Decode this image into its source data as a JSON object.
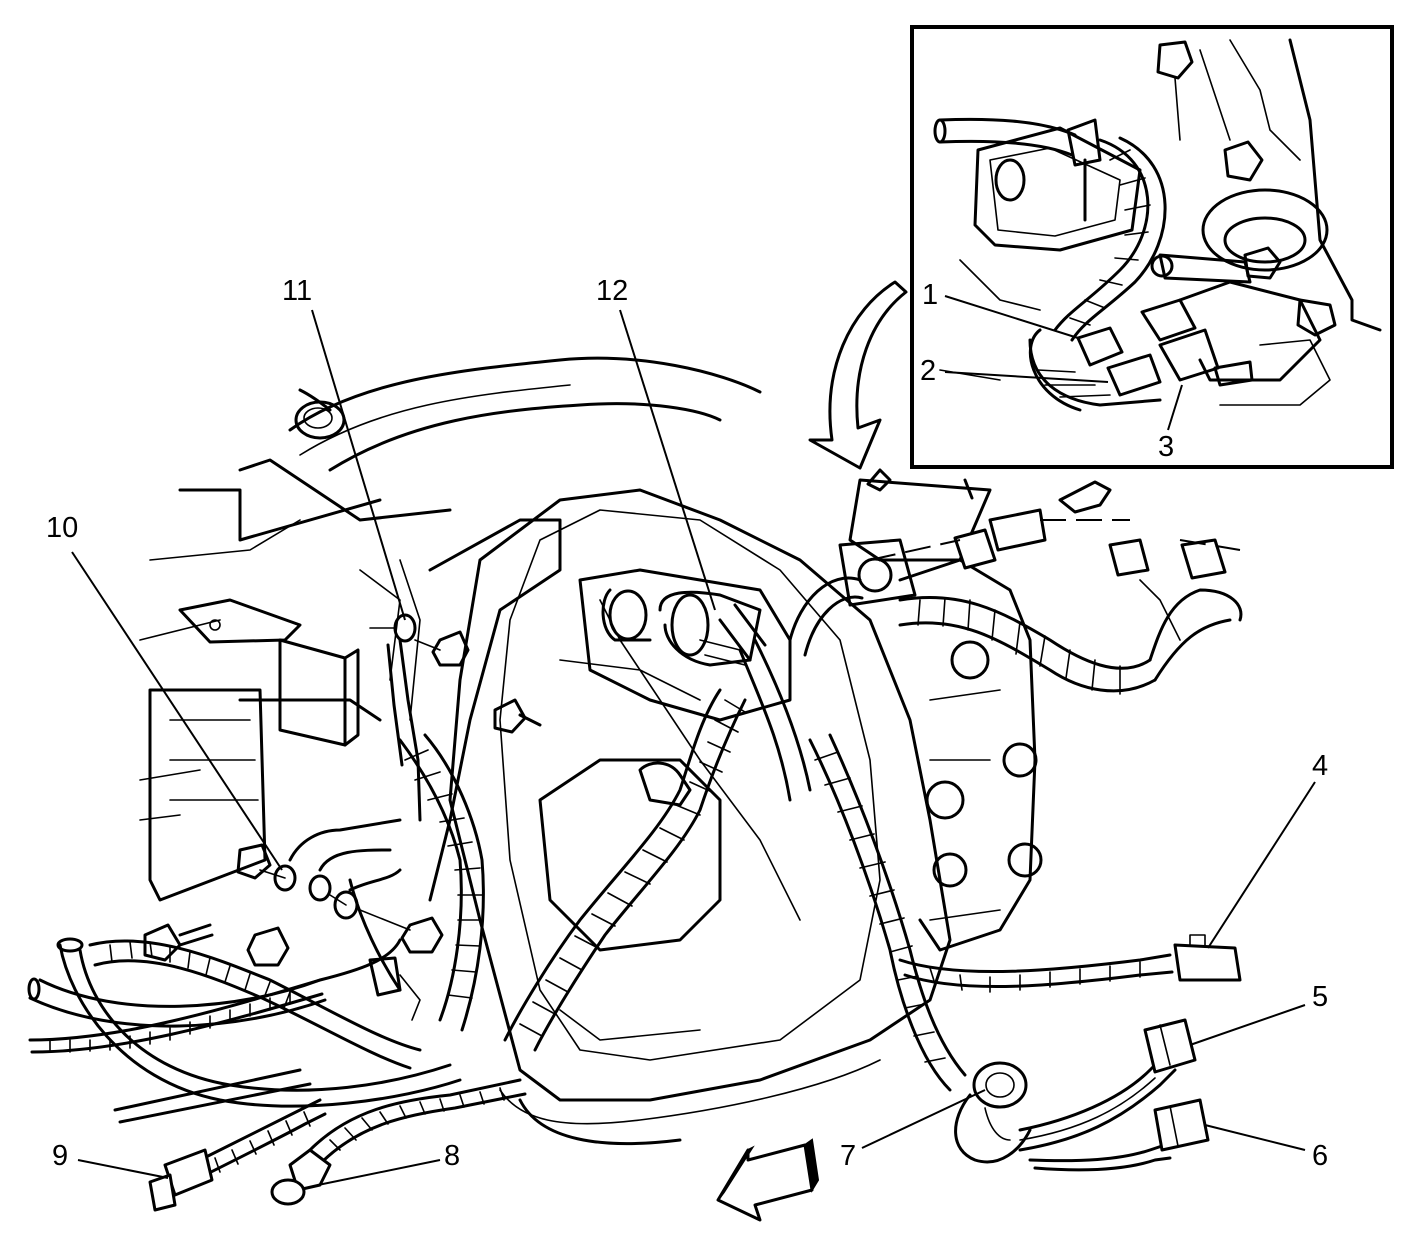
{
  "callouts": {
    "c1": "1",
    "c2": "2",
    "c3": "3",
    "c4": "4",
    "c5": "5",
    "c6": "6",
    "c7": "7",
    "c8": "8",
    "c9": "9",
    "c10": "10",
    "c11": "11",
    "c12": "12"
  },
  "colors": {
    "line": "#000000",
    "background": "#ffffff"
  }
}
